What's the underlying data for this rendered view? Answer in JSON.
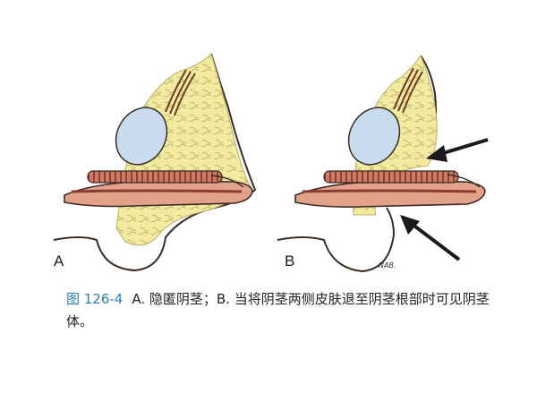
{
  "panels": {
    "a": {
      "label": "A"
    },
    "b": {
      "label": "B"
    }
  },
  "artist_signature": "NAB.",
  "caption": {
    "figure_number": "图 126-4",
    "text": "A. 隐匿阴茎；B. 当将阴茎两侧皮肤退至阴茎根部时可见阴茎体。"
  },
  "colors": {
    "fat": "#f2ea9e",
    "fat_stroke": "#b8b06a",
    "testis_blue": "#c9dced",
    "shaft_pink": "#e3a18a",
    "corpus": "#c9675a",
    "outline": "#3a2a24",
    "arrow": "#1a1a1a",
    "caption_blue": "#2a7fa6"
  }
}
